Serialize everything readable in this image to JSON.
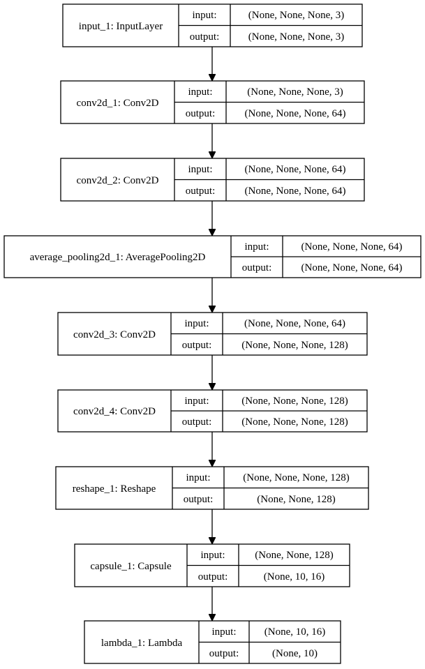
{
  "diagram": {
    "io_labels": {
      "input": "input:",
      "output": "output:"
    },
    "nodes": [
      {
        "id": "input_1",
        "name": "input_1: InputLayer",
        "input": "(None, None, None, 3)",
        "output": "(None, None, None, 3)"
      },
      {
        "id": "conv2d_1",
        "name": "conv2d_1: Conv2D",
        "input": "(None, None, None, 3)",
        "output": "(None, None, None, 64)"
      },
      {
        "id": "conv2d_2",
        "name": "conv2d_2: Conv2D",
        "input": "(None, None, None, 64)",
        "output": "(None, None, None, 64)"
      },
      {
        "id": "average_pooling2d_1",
        "name": "average_pooling2d_1: AveragePooling2D",
        "input": "(None, None, None, 64)",
        "output": "(None, None, None, 64)"
      },
      {
        "id": "conv2d_3",
        "name": "conv2d_3: Conv2D",
        "input": "(None, None, None, 64)",
        "output": "(None, None, None, 128)"
      },
      {
        "id": "conv2d_4",
        "name": "conv2d_4: Conv2D",
        "input": "(None, None, None, 128)",
        "output": "(None, None, None, 128)"
      },
      {
        "id": "reshape_1",
        "name": "reshape_1: Reshape",
        "input": "(None, None, None, 128)",
        "output": "(None, None, 128)"
      },
      {
        "id": "capsule_1",
        "name": "capsule_1: Capsule",
        "input": "(None, None, 128)",
        "output": "(None, 10, 16)"
      },
      {
        "id": "lambda_1",
        "name": "lambda_1: Lambda",
        "input": "(None, 10, 16)",
        "output": "(None, 10)"
      }
    ]
  }
}
